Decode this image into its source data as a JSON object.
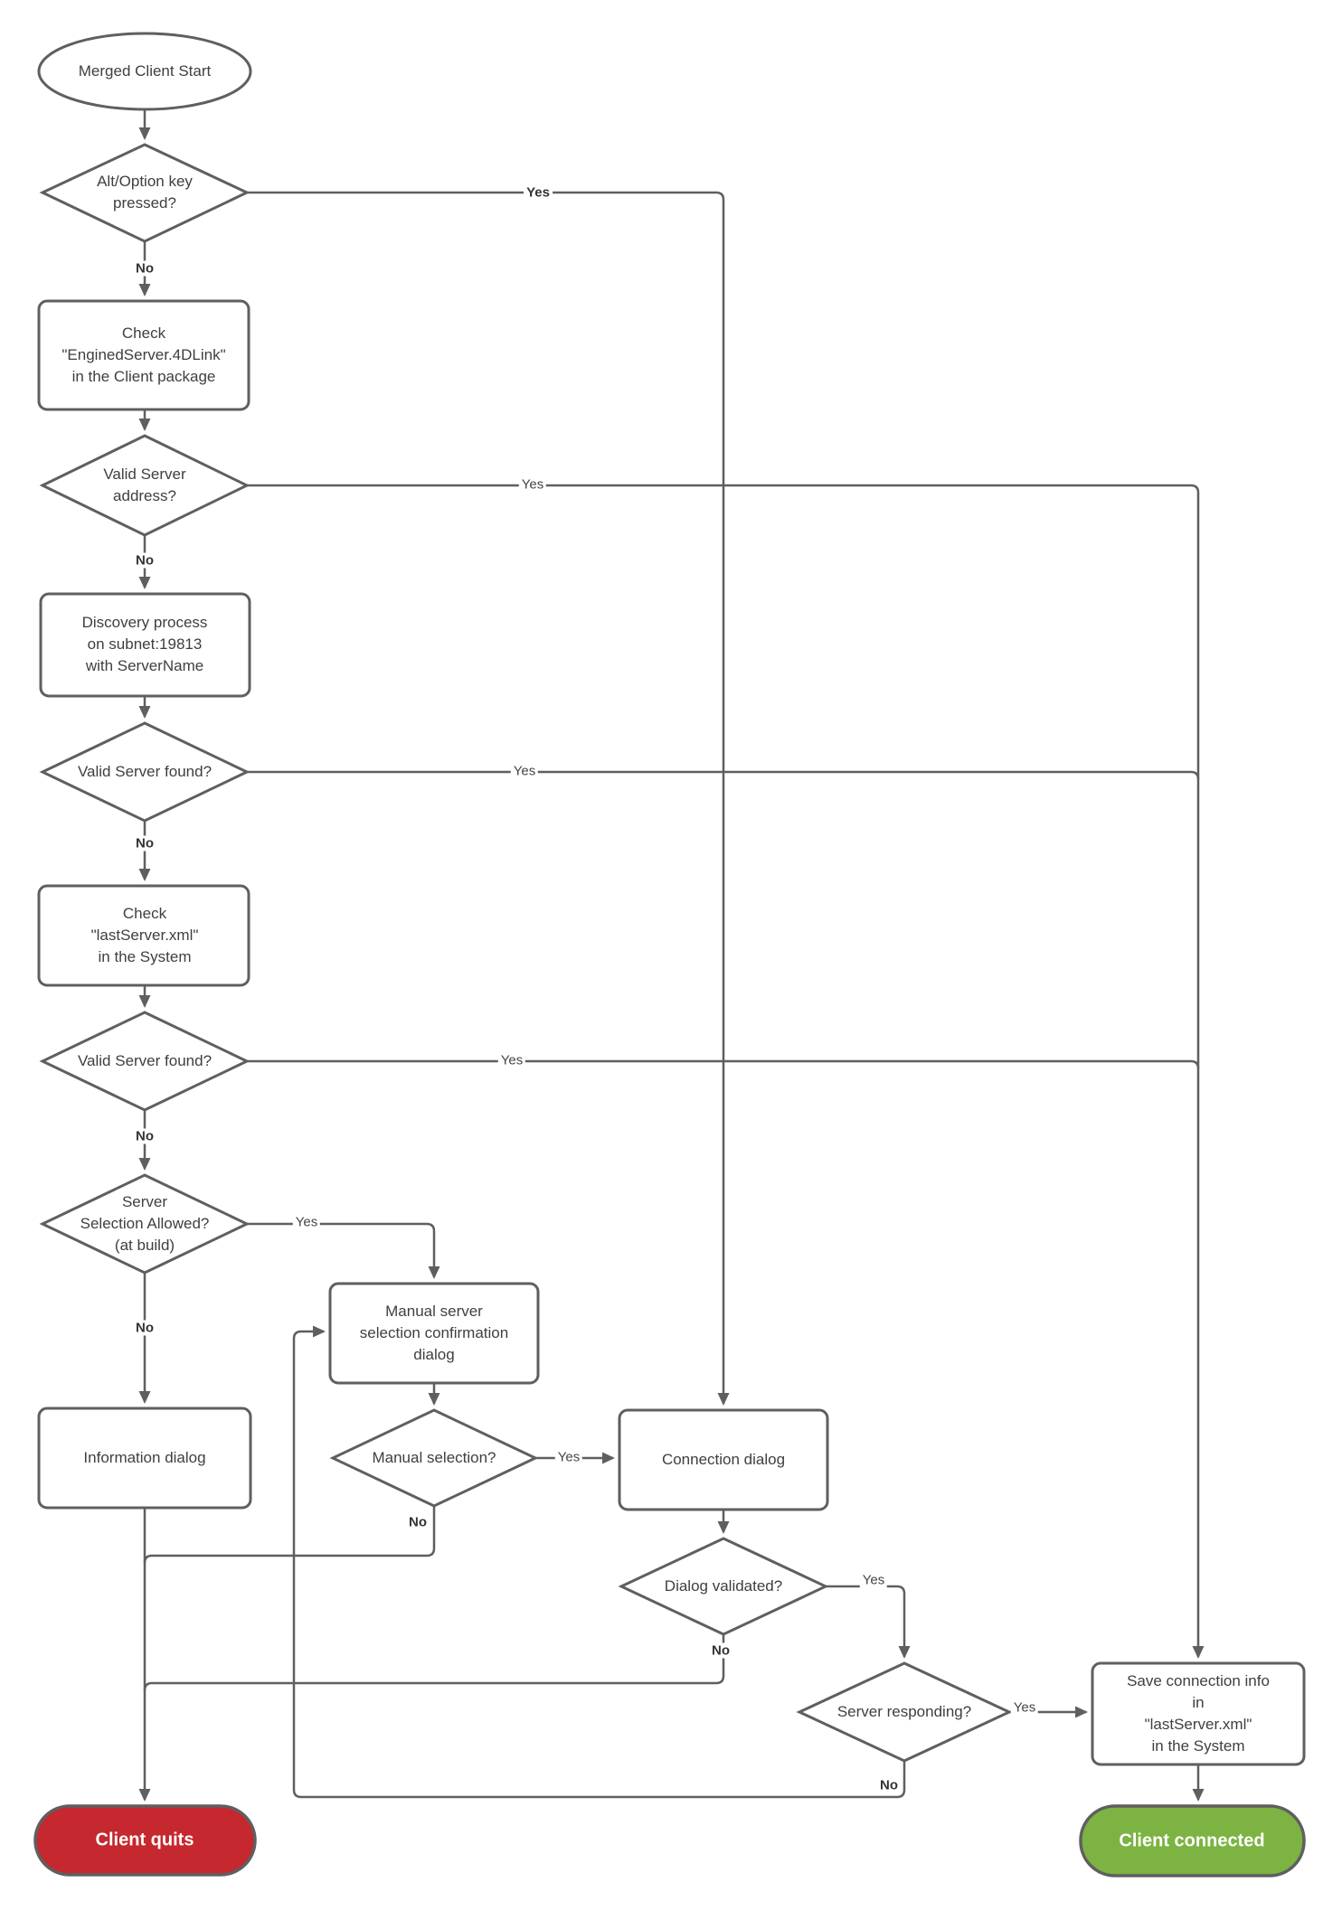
{
  "diagram": {
    "title": "Merged Client Start flowchart",
    "colors": {
      "line": "#5f5f5f",
      "node_fill": "#ffffff",
      "node_text": "#3f3f3f",
      "quit_fill": "#c5282e",
      "connected_fill": "#7cb342",
      "terminal_text": "#ffffff"
    },
    "nodes": {
      "start": {
        "label": "Merged Client Start"
      },
      "alt_option": {
        "label": [
          "Alt/Option key",
          "pressed?"
        ]
      },
      "check_engined": {
        "label": [
          "Check",
          "\"EnginedServer.4DLink\"",
          "in the Client package"
        ]
      },
      "valid_address": {
        "label": [
          "Valid Server",
          "address?"
        ]
      },
      "discovery": {
        "label": [
          "Discovery process",
          "on subnet:19813",
          "with ServerName"
        ]
      },
      "found_subnet": {
        "label": "Valid Server found?"
      },
      "check_last": {
        "label": [
          "Check",
          "\"lastServer.xml\"",
          "in the System"
        ]
      },
      "found_last": {
        "label": "Valid Server found?"
      },
      "selection_allowed": {
        "label": [
          "Server",
          "Selection Allowed?",
          "(at build)"
        ]
      },
      "info_dialog": {
        "label": "Information dialog"
      },
      "manual_dialog": {
        "label": [
          "Manual server",
          "selection confirmation",
          "dialog"
        ]
      },
      "manual_selection": {
        "label": "Manual selection?"
      },
      "connection_dialog": {
        "label": "Connection dialog"
      },
      "dialog_validated": {
        "label": "Dialog validated?"
      },
      "server_responding": {
        "label": "Server responding?"
      },
      "save_info": {
        "label": [
          "Save connection info in",
          "\"lastServer.xml\"",
          "in the System"
        ]
      },
      "client_quits": {
        "label": "Client quits"
      },
      "client_connected": {
        "label": "Client connected"
      }
    },
    "edge_labels": {
      "alt_option_yes": "Yes",
      "alt_option_no": "No",
      "valid_address_yes": "Yes",
      "valid_address_no": "No",
      "found_subnet_yes": "Yes",
      "found_subnet_no": "No",
      "found_last_yes": "Yes",
      "found_last_no": "No",
      "selection_allowed_yes": "Yes",
      "selection_allowed_no": "No",
      "manual_selection_yes": "Yes",
      "manual_selection_no": "No",
      "dialog_validated_yes": "Yes",
      "dialog_validated_no": "No",
      "server_responding_yes": "Yes",
      "server_responding_no": "No"
    }
  }
}
